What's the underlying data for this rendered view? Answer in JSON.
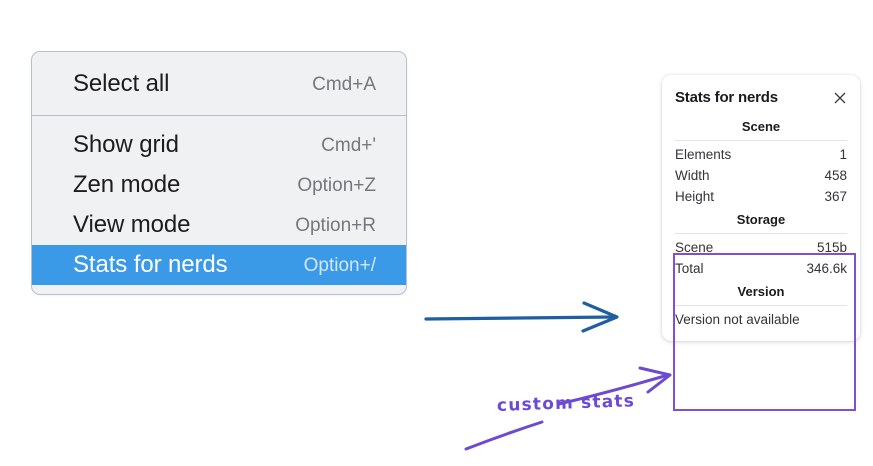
{
  "menu": {
    "groups": [
      {
        "items": [
          {
            "label": "Select all",
            "shortcut": "Cmd+A",
            "highlighted": false
          }
        ]
      },
      {
        "items": [
          {
            "label": "Show grid",
            "shortcut": "Cmd+'",
            "highlighted": false
          },
          {
            "label": "Zen mode",
            "shortcut": "Option+Z",
            "highlighted": false
          },
          {
            "label": "View mode",
            "shortcut": "Option+R",
            "highlighted": false
          },
          {
            "label": "Stats for nerds",
            "shortcut": "Option+/",
            "highlighted": true
          }
        ]
      }
    ],
    "items": {
      "select_all": {
        "label": "Select all",
        "shortcut": "Cmd+A"
      },
      "show_grid": {
        "label": "Show grid",
        "shortcut": "Cmd+'"
      },
      "zen_mode": {
        "label": "Zen mode",
        "shortcut": "Option+Z"
      },
      "view_mode": {
        "label": "View mode",
        "shortcut": "Option+R"
      },
      "stats_for_nerds": {
        "label": "Stats for nerds",
        "shortcut": "Option+/"
      }
    },
    "highlight_color": "#3b9ae8",
    "background_color": "#f0f1f3"
  },
  "panel": {
    "title": "Stats for nerds",
    "close_icon": "close-icon",
    "sections": {
      "scene": {
        "title": "Scene",
        "rows": [
          {
            "key": "Elements",
            "value": "1"
          },
          {
            "key": "Width",
            "value": "458"
          },
          {
            "key": "Height",
            "value": "367"
          }
        ]
      },
      "storage": {
        "title": "Storage",
        "rows": [
          {
            "key": "Scene",
            "value": "515b"
          },
          {
            "key": "Total",
            "value": "346.6k"
          }
        ]
      },
      "version": {
        "title": "Version",
        "text": "Version not available"
      }
    }
  },
  "annotations": {
    "custom_stats_label": "custom stats",
    "annotation_color": "#6d4ad1",
    "arrow_color": "#1f5fa0"
  }
}
